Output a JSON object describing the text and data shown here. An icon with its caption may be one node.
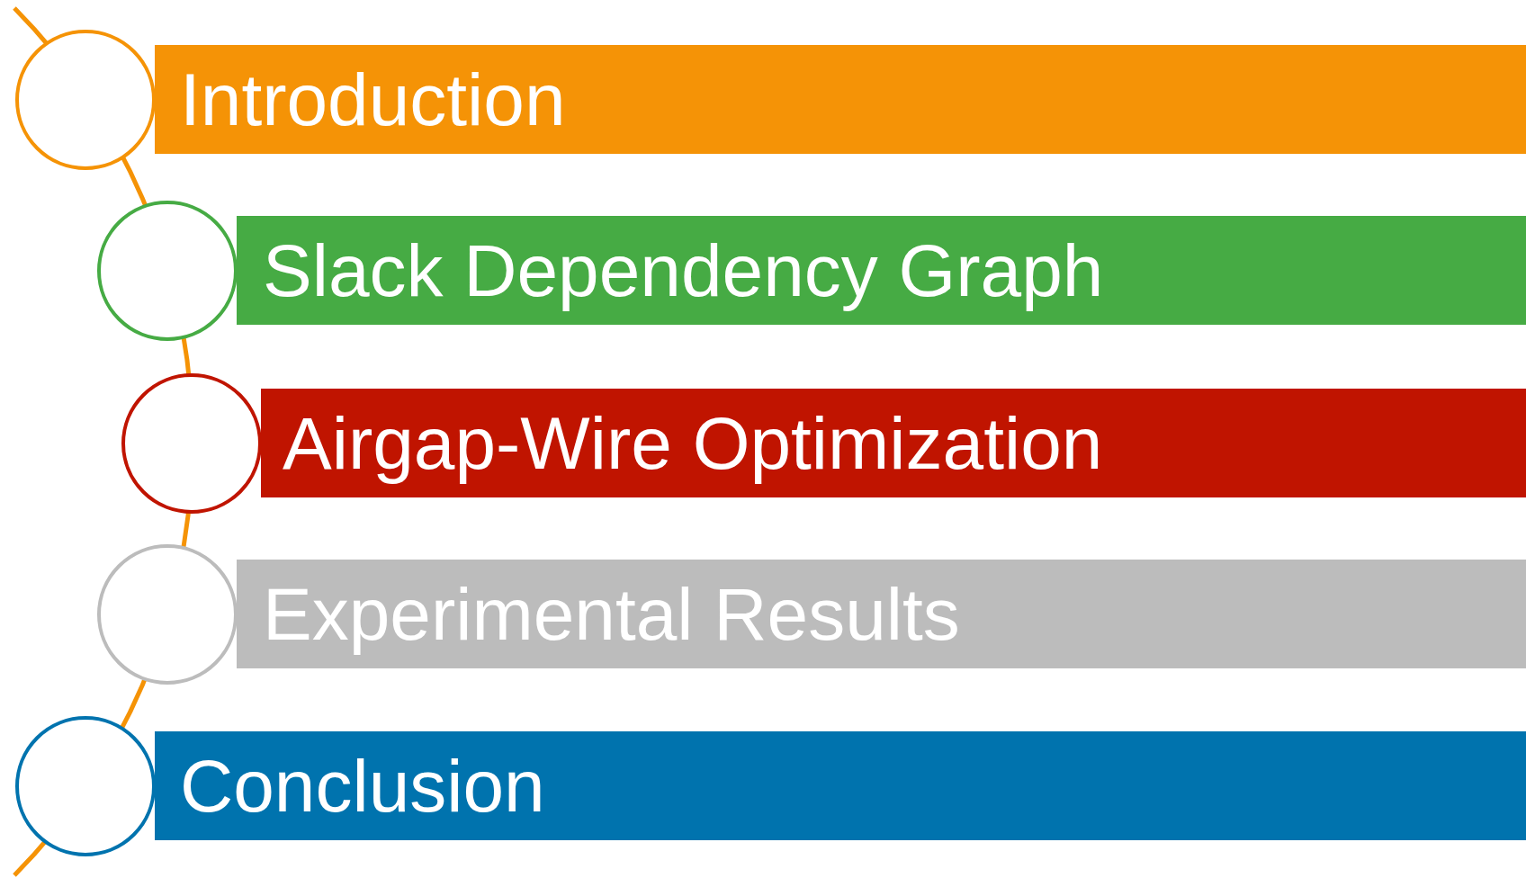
{
  "diagram": {
    "nodes": [
      {
        "text": [],
        "shape": "circle"
      },
      {
        "text": [
          "Introduction"
        ]
      },
      {
        "text": [],
        "shape": "circle"
      },
      {
        "text": [
          "Slack Dependency Graph"
        ]
      },
      {
        "text": [],
        "shape": "circle"
      },
      {
        "text": [
          "Airgap-Wire Optimization"
        ]
      },
      {
        "text": [],
        "shape": "circle"
      },
      {
        "text": [
          "Experimental Results"
        ]
      },
      {
        "text": [],
        "shape": "circle"
      },
      {
        "text": [
          "Conclusion"
        ]
      }
    ]
  }
}
